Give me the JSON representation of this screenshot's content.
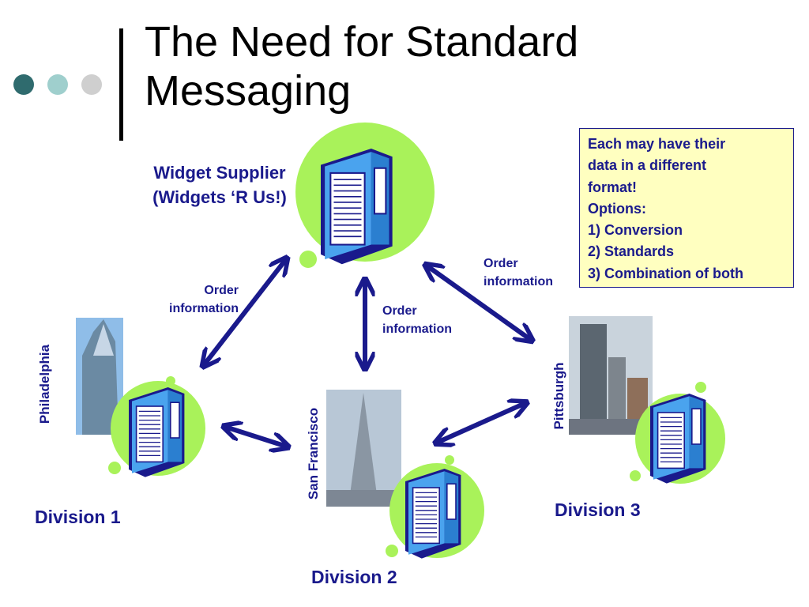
{
  "title": {
    "line1": "The Need for Standard",
    "line2": "Messaging"
  },
  "dots": [
    "#2f6b6e",
    "#9fcfcd",
    "#cfcfcf"
  ],
  "colors": {
    "accent": "#1a1a8c",
    "blob": "#a9f25a",
    "server": "#3b9ae6",
    "note_bg": "#ffffc0"
  },
  "supplier": {
    "line1": "Widget Supplier",
    "line2": "(Widgets ‘R Us!)"
  },
  "arrow_labels": {
    "left": {
      "line1": "Order",
      "line2": "information"
    },
    "center": {
      "line1": "Order",
      "line2": "information"
    },
    "right": {
      "line1": "Order",
      "line2": "information"
    }
  },
  "divisions": [
    {
      "label": "Division 1",
      "city": "Philadelphia"
    },
    {
      "label": "Division 2",
      "city": "San Francisco"
    },
    {
      "label": "Division 3",
      "city": "Pittsburgh"
    }
  ],
  "note": {
    "lines": [
      "Each may have their",
      "data in a different",
      "format!",
      "Options:",
      "1) Conversion",
      "2) Standards",
      "3) Combination of both"
    ]
  },
  "icons": {
    "server": "server-icon",
    "photo_philadelphia": "skyscraper-photo",
    "photo_san_francisco": "pyramid-tower-photo",
    "photo_pittsburgh": "city-skyline-photo"
  }
}
